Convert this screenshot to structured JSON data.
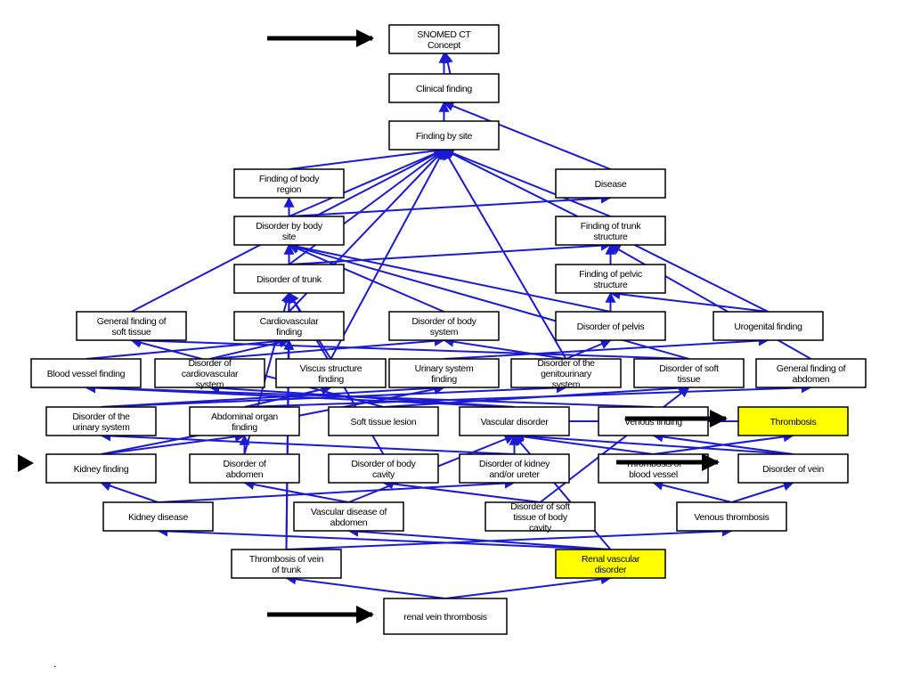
{
  "nodes": [
    {
      "id": "snomed",
      "lines": [
        "SNOMED CT",
        "Concept"
      ]
    },
    {
      "id": "clinical",
      "lines": [
        "Clinical finding"
      ]
    },
    {
      "id": "findsite",
      "lines": [
        "Finding by site"
      ]
    },
    {
      "id": "findbodyregion",
      "lines": [
        "Finding of body",
        "region"
      ]
    },
    {
      "id": "disease",
      "lines": [
        "Disease"
      ]
    },
    {
      "id": "disbodysite",
      "lines": [
        "Disorder by body",
        "site"
      ]
    },
    {
      "id": "findtrunk",
      "lines": [
        "Finding of trunk",
        "structure"
      ]
    },
    {
      "id": "distrunk",
      "lines": [
        "Disorder of trunk"
      ]
    },
    {
      "id": "findpelvic",
      "lines": [
        "Finding of pelvic",
        "structure"
      ]
    },
    {
      "id": "genfindsoft",
      "lines": [
        "General finding of",
        "soft tissue"
      ]
    },
    {
      "id": "cardiofind",
      "lines": [
        "Cardiovascular",
        "finding"
      ]
    },
    {
      "id": "disbodysys",
      "lines": [
        "Disorder of body",
        "system"
      ]
    },
    {
      "id": "dispelvis",
      "lines": [
        "Disorder of pelvis"
      ]
    },
    {
      "id": "urogenital",
      "lines": [
        "Urogenital finding"
      ]
    },
    {
      "id": "bloodvessel",
      "lines": [
        "Blood vessel finding"
      ]
    },
    {
      "id": "discardio",
      "lines": [
        "Disorder of",
        "cardiovascular",
        "system"
      ]
    },
    {
      "id": "viscus",
      "lines": [
        "Viscus structure",
        "finding"
      ]
    },
    {
      "id": "urinarysys",
      "lines": [
        "Urinary system",
        "finding"
      ]
    },
    {
      "id": "disgenito",
      "lines": [
        "Disorder of the",
        "genitourinary",
        "system"
      ]
    },
    {
      "id": "dissofttissue",
      "lines": [
        "Disorder of soft",
        "tissue"
      ]
    },
    {
      "id": "genfindabd",
      "lines": [
        "General finding of",
        "abdomen"
      ]
    },
    {
      "id": "disurinary",
      "lines": [
        "Disorder of the",
        "urinary system"
      ]
    },
    {
      "id": "abdorgan",
      "lines": [
        "Abdominal organ",
        "finding"
      ]
    },
    {
      "id": "softlesion",
      "lines": [
        "Soft tissue lesion"
      ]
    },
    {
      "id": "vasculardis",
      "lines": [
        "Vascular disorder"
      ]
    },
    {
      "id": "venousfind",
      "lines": [
        "Venous finding"
      ]
    },
    {
      "id": "thrombosis",
      "lines": [
        "Thrombosis"
      ],
      "highlight": true
    },
    {
      "id": "kidneyfind",
      "lines": [
        "Kidney finding"
      ]
    },
    {
      "id": "disabdomen",
      "lines": [
        "Disorder of",
        "abdomen"
      ]
    },
    {
      "id": "disbodycav",
      "lines": [
        "Disorder of body",
        "cavity"
      ]
    },
    {
      "id": "diskidney",
      "lines": [
        "Disorder of kidney",
        "and/or ureter"
      ]
    },
    {
      "id": "thrombvessel",
      "lines": [
        "Thrombosis of",
        "blood vessel"
      ]
    },
    {
      "id": "disvein",
      "lines": [
        "Disorder of vein"
      ]
    },
    {
      "id": "kidneydis",
      "lines": [
        "Kidney disease"
      ]
    },
    {
      "id": "vascabd",
      "lines": [
        "Vascular disease of",
        "abdomen"
      ]
    },
    {
      "id": "dissoftcav",
      "lines": [
        "Disorder of soft",
        "tissue of body",
        "cavity"
      ]
    },
    {
      "id": "venousthromb",
      "lines": [
        "Venous thrombosis"
      ]
    },
    {
      "id": "thrombveintrunk",
      "lines": [
        "Thrombosis of vein",
        "of trunk"
      ]
    },
    {
      "id": "renalvasc",
      "lines": [
        "Renal vascular",
        "disorder"
      ],
      "highlight": true
    },
    {
      "id": "renalvein",
      "lines": [
        "renal vein thrombosis"
      ]
    }
  ],
  "edges": [
    [
      "clinical",
      "snomed"
    ],
    [
      "clinical",
      "snomed"
    ],
    [
      "findsite",
      "clinical"
    ],
    [
      "disease",
      "clinical"
    ],
    [
      "findbodyregion",
      "findsite"
    ],
    [
      "disbodysite",
      "findsite"
    ],
    [
      "findtrunk",
      "findsite"
    ],
    [
      "distrunk",
      "findsite"
    ],
    [
      "disbodysite",
      "findbodyregion"
    ],
    [
      "disbodysite",
      "disease"
    ],
    [
      "distrunk",
      "disbodysite"
    ],
    [
      "distrunk",
      "findtrunk"
    ],
    [
      "findpelvic",
      "findtrunk"
    ],
    [
      "genfindsoft",
      "findsite"
    ],
    [
      "cardiofind",
      "findsite"
    ],
    [
      "cardiofind",
      "distrunk"
    ],
    [
      "disbodysys",
      "disbodysite"
    ],
    [
      "dispelvis",
      "findpelvic"
    ],
    [
      "dispelvis",
      "disbodysite"
    ],
    [
      "urogenital",
      "findpelvic"
    ],
    [
      "urogenital",
      "findsite"
    ],
    [
      "bloodvessel",
      "cardiofind"
    ],
    [
      "discardio",
      "cardiofind"
    ],
    [
      "discardio",
      "disbodysys"
    ],
    [
      "viscus",
      "findsite"
    ],
    [
      "viscus",
      "distrunk"
    ],
    [
      "urinarysys",
      "urogenital"
    ],
    [
      "disgenito",
      "disbodysys"
    ],
    [
      "disgenito",
      "dispelvis"
    ],
    [
      "disgenito",
      "findsite"
    ],
    [
      "dissofttissue",
      "genfindsoft"
    ],
    [
      "dissofttissue",
      "disbodysite"
    ],
    [
      "genfindabd",
      "findtrunk"
    ],
    [
      "disurinary",
      "disgenito"
    ],
    [
      "disurinary",
      "urinarysys"
    ],
    [
      "abdorgan",
      "viscus"
    ],
    [
      "abdorgan",
      "genfindabd"
    ],
    [
      "softlesion",
      "dissofttissue"
    ],
    [
      "softlesion",
      "genfindsoft"
    ],
    [
      "vasculardis",
      "discardio"
    ],
    [
      "vasculardis",
      "bloodvessel"
    ],
    [
      "venousfind",
      "bloodvessel"
    ],
    [
      "thrombosis",
      "vasculardis"
    ],
    [
      "kidneyfind",
      "abdorgan"
    ],
    [
      "kidneyfind",
      "urinarysys"
    ],
    [
      "disabdomen",
      "abdorgan"
    ],
    [
      "disabdomen",
      "distrunk"
    ],
    [
      "disbodycav",
      "distrunk"
    ],
    [
      "diskidney",
      "disurinary"
    ],
    [
      "diskidney",
      "vasculardis"
    ],
    [
      "thrombvessel",
      "thrombosis"
    ],
    [
      "thrombvessel",
      "vasculardis"
    ],
    [
      "disvein",
      "venousfind"
    ],
    [
      "disvein",
      "vasculardis"
    ],
    [
      "kidneydis",
      "kidneyfind"
    ],
    [
      "kidneydis",
      "diskidney"
    ],
    [
      "vascabd",
      "disabdomen"
    ],
    [
      "vascabd",
      "vasculardis"
    ],
    [
      "dissoftcav",
      "disbodycav"
    ],
    [
      "dissoftcav",
      "dissofttissue"
    ],
    [
      "venousthromb",
      "disvein"
    ],
    [
      "venousthromb",
      "thrombvessel"
    ],
    [
      "thrombveintrunk",
      "distrunk"
    ],
    [
      "thrombveintrunk",
      "venousthromb"
    ],
    [
      "thrombveintrunk",
      "cardiofind"
    ],
    [
      "renalvasc",
      "kidneydis"
    ],
    [
      "renalvasc",
      "vascabd"
    ],
    [
      "renalvasc",
      "vasculardis"
    ],
    [
      "renalvein",
      "thrombveintrunk"
    ],
    [
      "renalvein",
      "renalvasc"
    ]
  ],
  "colors": {
    "edge": "#1a1ad6",
    "box": "#ffffff",
    "highlight": "#ffff00"
  },
  "footer_mark": "."
}
